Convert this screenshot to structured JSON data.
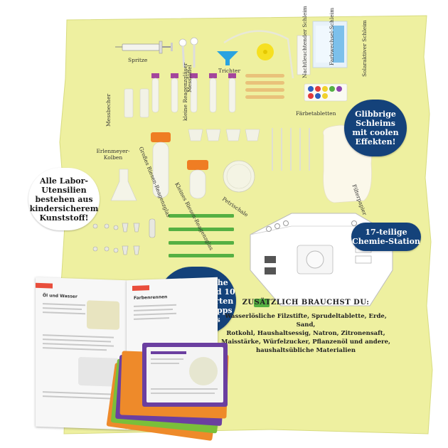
{
  "labels": {
    "spritze": "Spritze",
    "messloeffel": "Messlöffel",
    "trichter": "Trichter",
    "nachtleuchtender_schleim": "Nachtleuchtender Schleim",
    "farbwechsel_schleim": "Farbwechsel-Schleim",
    "solaraktiver_schleim": "Solaraktiver Schleim",
    "messbecher": "Messbecher",
    "kleine_reagenzglaeser": "kleine Reagenzgläser",
    "faerbetabletten": "Färbetabletten",
    "erlenmeyer_kolben": "Erlenmeyer-Kolben",
    "grosses_riesen_reagenzglas": "Großes Riesen-Reagenzglas",
    "kleines_riesen_reagenzglas": "Kleines Riesen-Reagenzglas",
    "petrischale": "Petrischale",
    "filterpapier": "Filterpapier"
  },
  "bubbles": {
    "schleim": [
      "Glibbrige",
      "Schleims",
      "mit coolen",
      "Effekten!"
    ],
    "utensilien": [
      "Alle Labor-",
      "Utensilien",
      "bestehen aus",
      "kindersicherem",
      "Kunststoff!"
    ],
    "station": [
      "17-teilige",
      "Chemie-Station"
    ],
    "anleitung": [
      "Umfangreiche",
      "Anleitung und 10",
      "Versuchs-Karten",
      "mit vielen Tipps",
      "und Tricks"
    ]
  },
  "zusaetzlich": {
    "title": "ZUSÄTZLICH BRAUCHST DU:",
    "lines": [
      "Wasserlösliche Filzstifte, Sprudeltablette, Erde, Sand,",
      "Rotkohl, Haushaltsessig, Natron, Zitronensaft,",
      "Maisstärke, Würfelzucker, Pflanzenöl und andere,",
      "haushaltsübliche Materialien"
    ]
  },
  "booklet": {
    "left_title": "Öl und Wasser",
    "right_title": "Farbenrennen"
  },
  "colors": {
    "poster": "#eef0a0",
    "navy": "#14427a",
    "orange": "#ef7d23",
    "purple": "#a4469c",
    "green": "#55b043",
    "card_purple": "#6b3fa0",
    "card_orange": "#ee8a2a",
    "card_green": "#7abf3a"
  }
}
